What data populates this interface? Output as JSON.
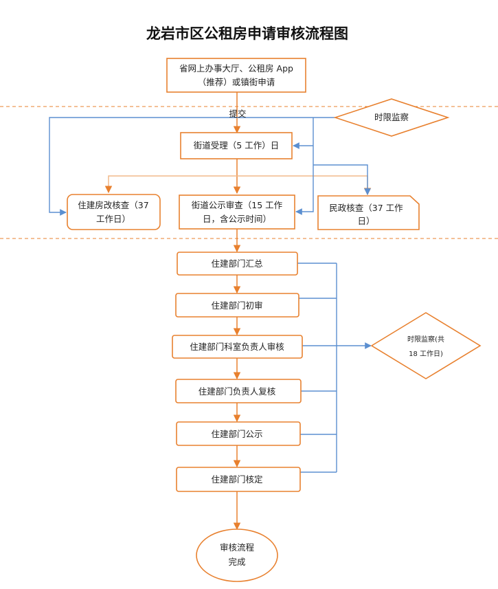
{
  "title": "龙岩市区公租房申请审核流程图",
  "nodes": {
    "apply_line1": "省网上办事大厅、公租房 App",
    "apply_line2": "（推荐）或镇街申请",
    "submit": "提交",
    "monitor_top": "时限监察",
    "street_accept": "街道受理（5 工作）日",
    "housing_check_line1": "住建房改核查（37",
    "housing_check_line2": "工作日）",
    "street_public_line1": "街道公示审查（15 工作",
    "street_public_line2": "日，含公示时间）",
    "civil_check_line1": "民政核查（37 工作",
    "civil_check_line2": "日）",
    "dept_summary": "住建部门汇总",
    "dept_initial": "住建部门初审",
    "dept_section": "住建部门科室负责人审核",
    "dept_head": "住建部门负责人复核",
    "dept_publicity": "住建部门公示",
    "dept_approve": "住建部门核定",
    "monitor_bottom_line1": "时限监察(共",
    "monitor_bottom_line2": "18 工作日)",
    "finish_line1": "审核流程",
    "finish_line2": "完成"
  },
  "colors": {
    "node_border": "#e8802e",
    "monitor_link": "#5b8fd0"
  }
}
